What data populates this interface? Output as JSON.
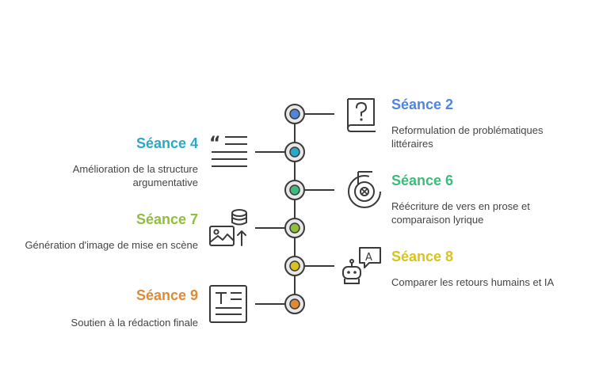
{
  "colors": {
    "line": "#3a3a3a",
    "node_fill": "#e8e8e8"
  },
  "items": [
    {
      "side": "right",
      "title": "Séance 2",
      "description": "Reformulation de problématiques littéraires",
      "color": "#4f86d9",
      "icon": "question-book-icon"
    },
    {
      "side": "left",
      "title": "Séance 4",
      "description": "Amélioration de la structure argumentative",
      "color": "#2aa8c8",
      "icon": "quote-text-icon"
    },
    {
      "side": "right",
      "title": "Séance 6",
      "description": "Réécriture de vers en prose et comparaison lyrique",
      "color": "#3dbb7c",
      "icon": "target-five-icon"
    },
    {
      "side": "left",
      "title": "Séance 7",
      "description": "Génération d'image de mise en scène",
      "color": "#8fbf3a",
      "icon": "image-database-icon"
    },
    {
      "side": "right",
      "title": "Séance 8",
      "description": "Comparer les retours humains et IA",
      "color": "#d9c21e",
      "icon": "robot-translate-icon"
    },
    {
      "side": "left",
      "title": "Séance 9",
      "description": "Soutien à la rédaction finale",
      "color": "#e08a35",
      "icon": "text-document-icon"
    }
  ]
}
